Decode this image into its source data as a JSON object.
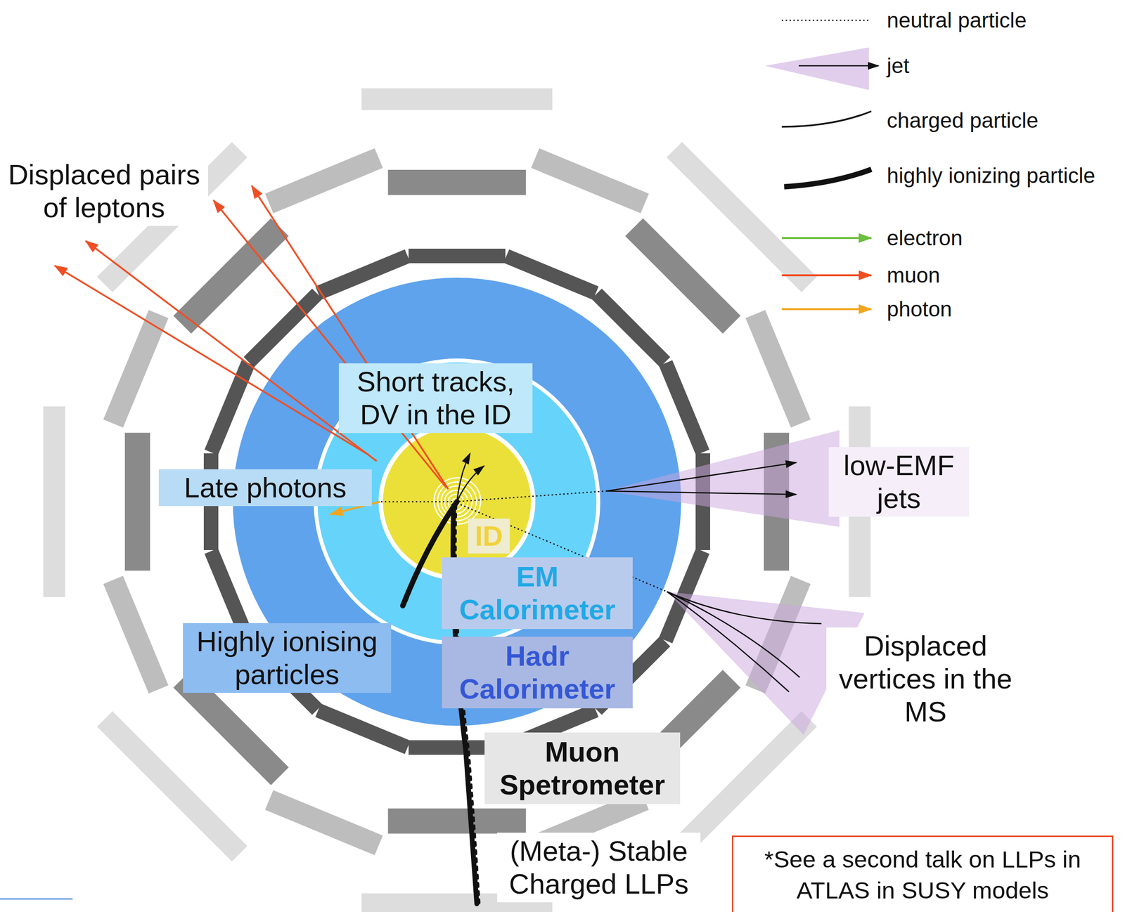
{
  "diagram": {
    "nodes": [
      {
        "text": [
          "ID"
        ]
      },
      {
        "text": [
          "EM Calorimeter"
        ]
      },
      {
        "text": [
          "Hadr Calorimeter"
        ]
      },
      {
        "text": [
          "Muon Spetrometer"
        ]
      },
      {
        "text": [
          "*See a second talk on LLPs in ATLAS in SUSY models"
        ]
      }
    ],
    "labels": [
      "Displaced pairs of leptons",
      "Short tracks, DV in the ID",
      "Late photons",
      "low-EMF jets",
      "Highly ionising particles",
      "Displaced vertices in the MS",
      "(Meta-) Stable Charged LLPs"
    ],
    "legend": [
      {
        "text": "neutral particle"
      },
      {
        "text": "jet"
      },
      {
        "text": "charged particle"
      },
      {
        "text": "highly ionizing particle"
      },
      {
        "text": "electron"
      },
      {
        "text": "muon"
      },
      {
        "text": "photon"
      }
    ]
  }
}
